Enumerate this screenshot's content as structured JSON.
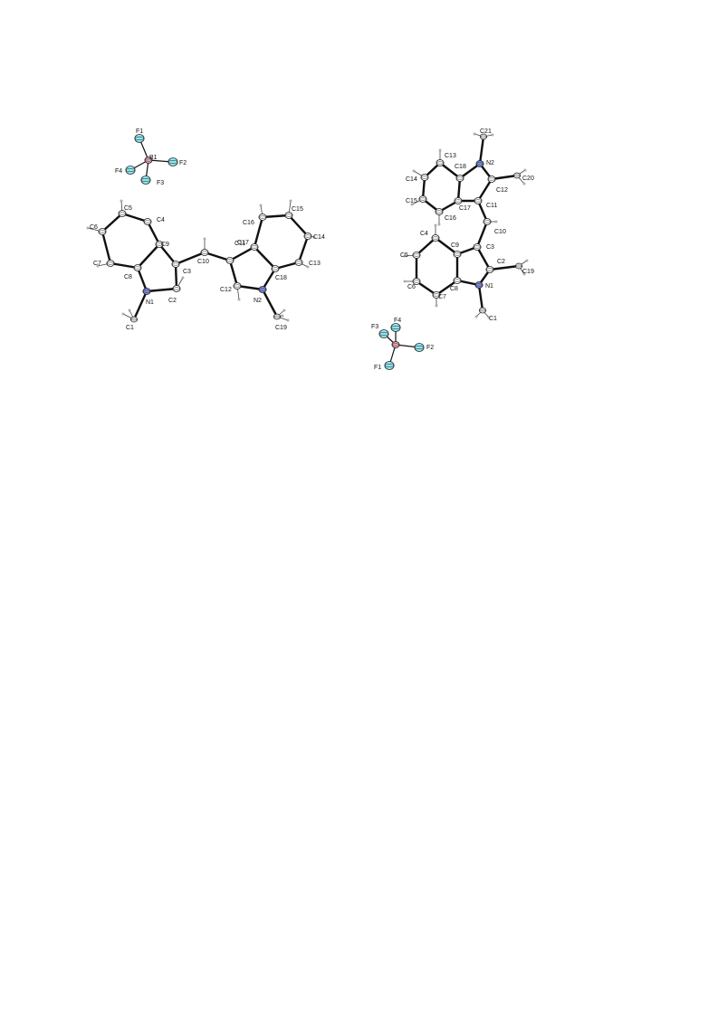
{
  "colors": {
    "carbon": "#ffffff",
    "nitrogen": "#7f8ee6",
    "boron": "#f4a6b6",
    "fluorine": "#8fe6ee",
    "hydrogen": "#ffffff",
    "bond": "#111111"
  },
  "structures": [
    {
      "labels": {
        "F1": "F1",
        "F2": "F2",
        "F3": "F3",
        "F4": "F4",
        "B1": "B1",
        "C1": "C1",
        "C2": "C2",
        "C3": "C3",
        "C4": "C4",
        "C5": "C5",
        "C6": "C6",
        "C7": "C7",
        "C8": "C8",
        "C9": "C9",
        "C10": "C10",
        "C11": "C11",
        "C12": "C12",
        "C13": "C13",
        "C14": "C14",
        "C15": "C15",
        "C16": "C16",
        "C17": "C17",
        "C18": "C18",
        "C19": "C19",
        "N1": "N1",
        "N2": "N2"
      }
    },
    {
      "labels": {
        "F1": "F1",
        "F2": "F2",
        "F3": "F3",
        "F4": "F4",
        "C1": "C1",
        "C2": "C2",
        "C3": "C3",
        "C4": "C4",
        "C5": "C5",
        "C6": "C6",
        "C7": "C7",
        "C8": "C8",
        "C9": "C9",
        "C10": "C10",
        "C11": "C11",
        "C12": "C12",
        "C13": "C13",
        "C14": "C14",
        "C15": "C15",
        "C16": "C16",
        "C17": "C17",
        "C18": "C18",
        "C19": "C19",
        "C20": "C20",
        "C21": "C21",
        "N1": "N1",
        "N2": "N2"
      }
    }
  ]
}
